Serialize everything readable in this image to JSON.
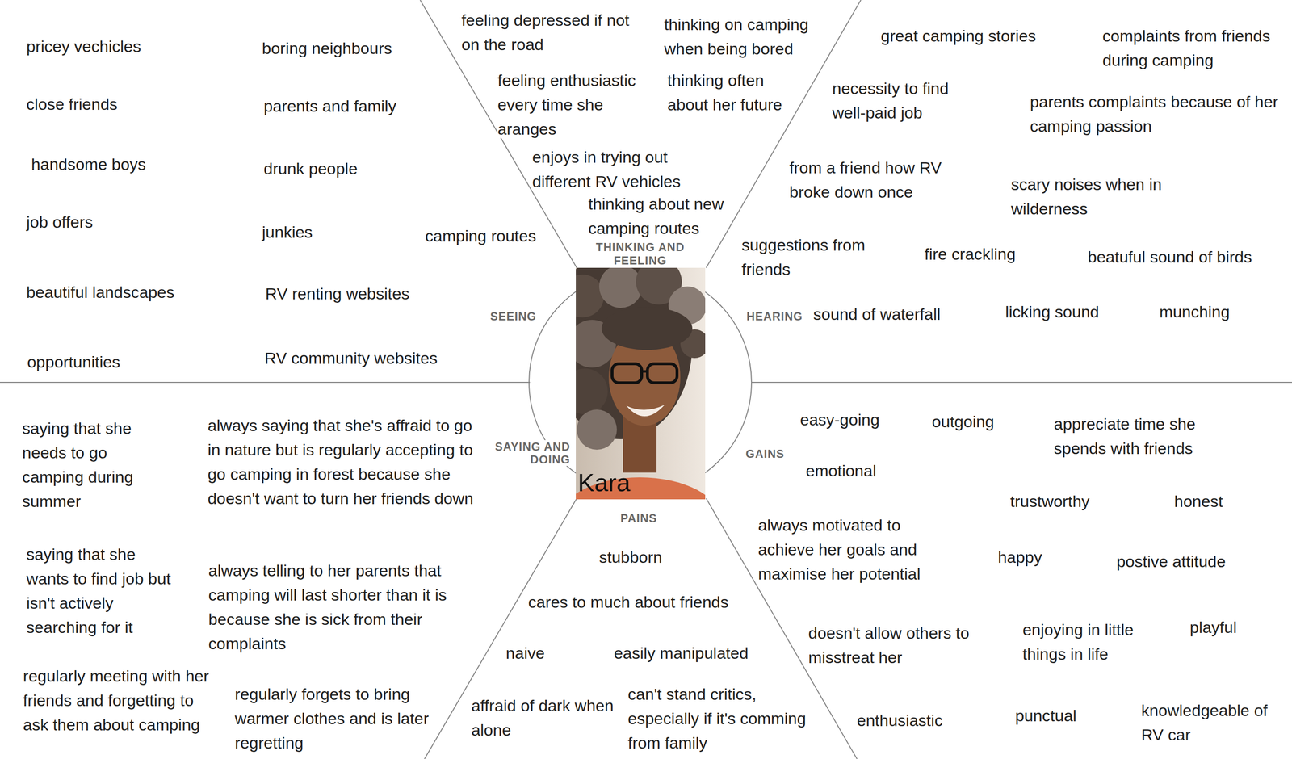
{
  "diagram": {
    "nodes": [
      {
        "text": [
          "Kara"
        ]
      }
    ],
    "labels": [
      "pricey vechicles",
      "close friends",
      "handsome boys",
      "job offers",
      "beautiful landscapes",
      "opportunities",
      "boring neighbours",
      "parents and family",
      "drunk people",
      "junkies",
      "RV renting websites",
      "RV community websites",
      "camping routes",
      "SEEING",
      "feeling depressed if not on the road",
      "thinking on camping when being bored",
      "feeling enthusiastic every time she aranges",
      "thinking often about her future",
      "enjoys in trying out different RV vehicles",
      "thinking about new camping routes",
      "THINKING AND FEELING",
      "great camping stories",
      "complaints from friends during camping",
      "necessity to find well-paid job",
      "parents complaints because of her camping passion",
      "from a friend how RV broke down once",
      "scary noises when in wilderness",
      "suggestions from friends",
      "fire crackling",
      "beatuful sound of birds",
      "HEARING",
      "sound of waterfall",
      "licking sound",
      "munching",
      "saying that she needs to go camping during summer",
      "always saying that she's affraid to go in nature but is regularly accepting to go camping in forest because she doesn't want to turn her friends down",
      "SAYING AND DOING",
      "saying that she wants to find job but isn't actively searching for it",
      "always telling to her parents that camping will last shorter than it is because she is sick from their complaints",
      "regularly meeting with her friends and forgetting to ask them about camping",
      "regularly forgets to bring warmer clothes and is later regretting",
      "PAINS",
      "stubborn",
      "cares to much about friends",
      "naive",
      "easily manipulated",
      "affraid of dark when alone",
      "can't stand critics, especially if it's comming from family",
      "GAINS",
      "easy-going",
      "outgoing",
      "appreciate time she spends with friends",
      "emotional",
      "trustworthy",
      "honest",
      "always motivated to achieve her goals and maximise her potential",
      "happy",
      "postive attitude",
      "doesn't allow others to misstreat her",
      "enjoying in little things in life",
      "playful",
      "enthusiastic",
      "punctual",
      "knowledgeable of RV car"
    ]
  }
}
